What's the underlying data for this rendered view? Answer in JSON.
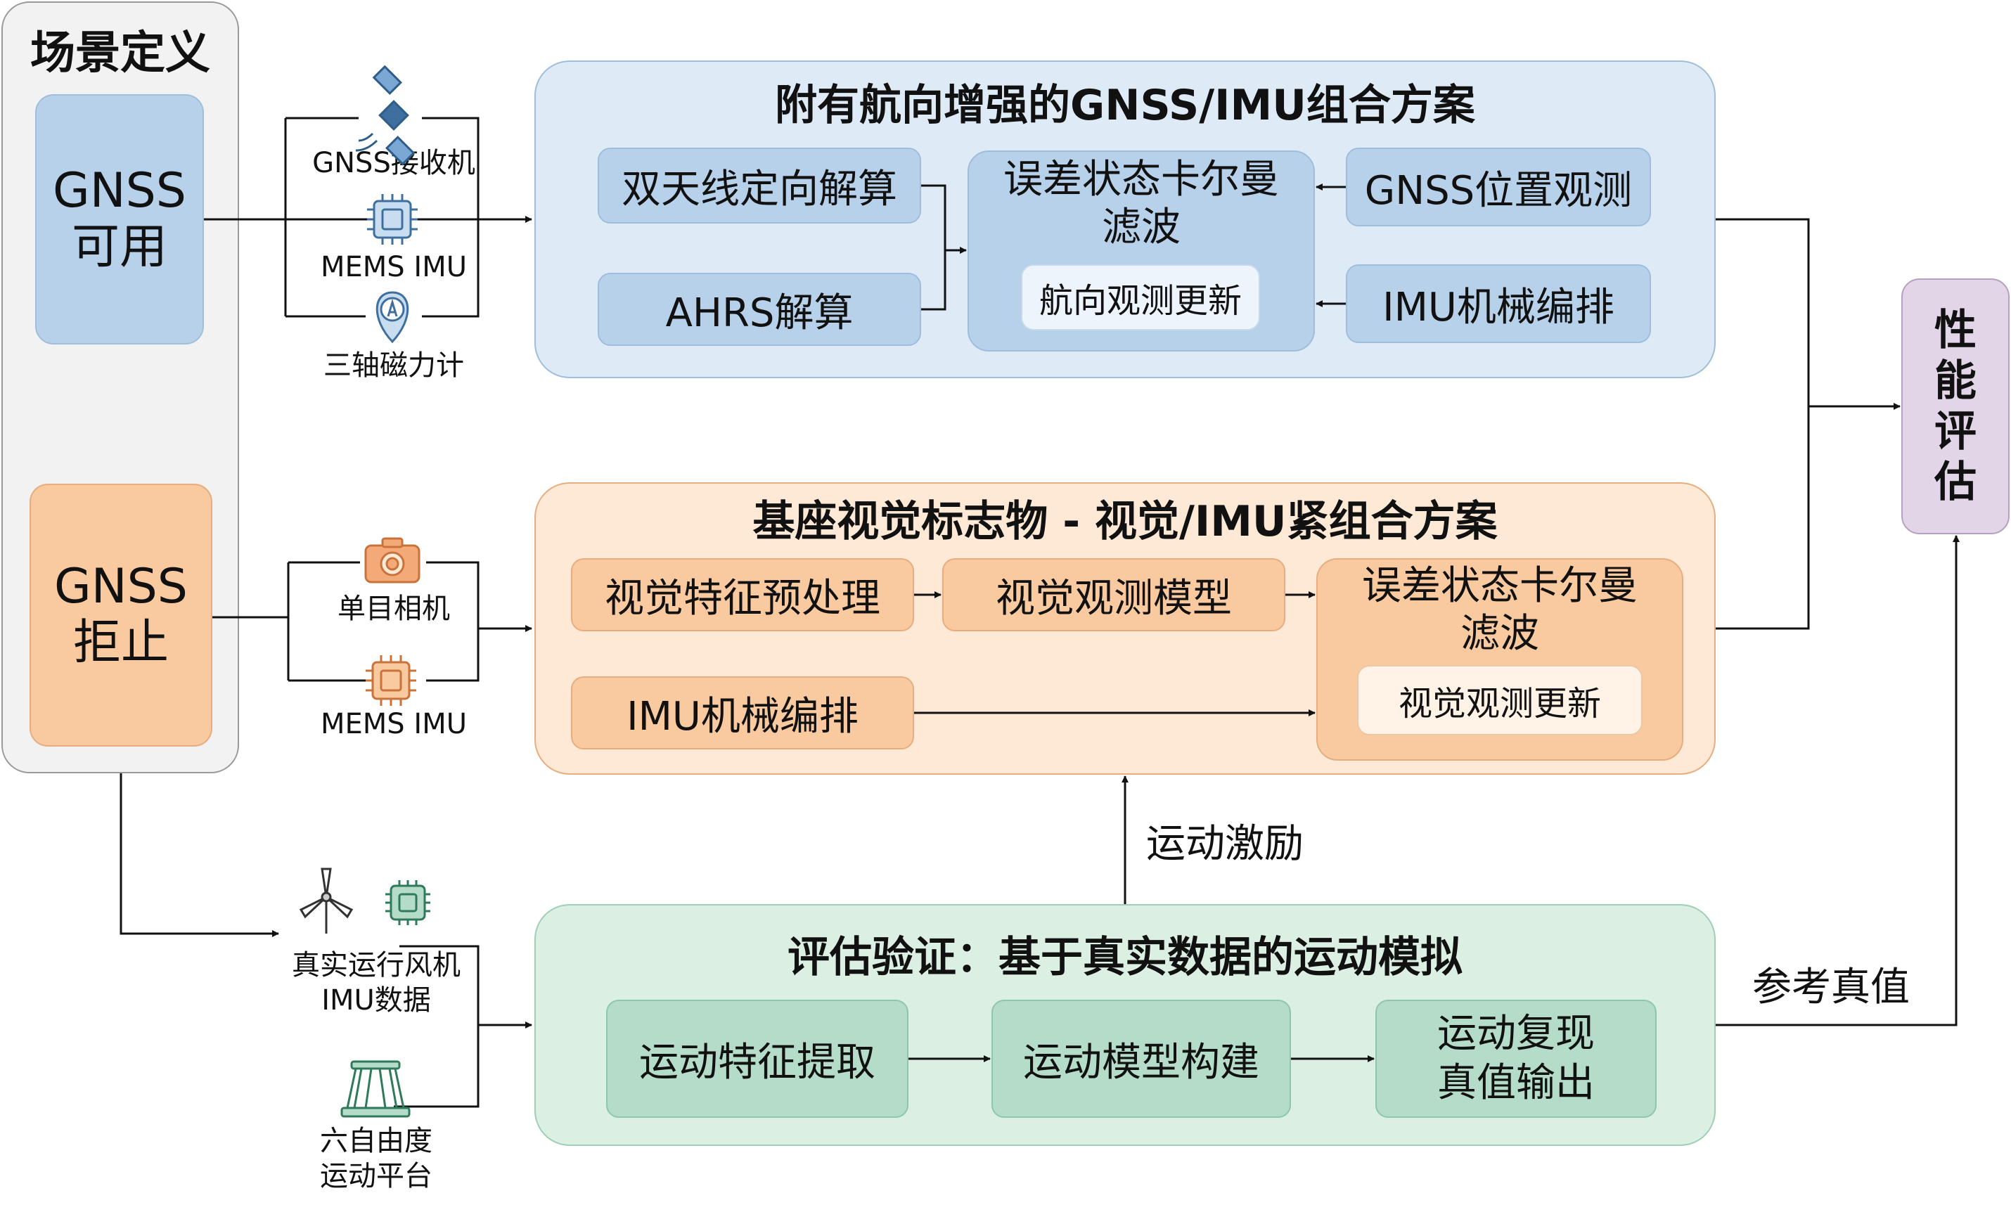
{
  "scene": {
    "title": "场景定义",
    "gnss_available": [
      "GNSS",
      "可用"
    ],
    "gnss_denied": [
      "GNSS",
      "拒止"
    ]
  },
  "sensors_top": {
    "receiver": "GNSS接收机",
    "imu": "MEMS IMU",
    "magnetometer": "三轴磁力计"
  },
  "sensors_mid": {
    "camera": "单目相机",
    "imu": "MEMS IMU"
  },
  "sensors_bottom": {
    "wind_imu": [
      "真实运行风机",
      "IMU数据"
    ],
    "platform": [
      "六自由度",
      "运动平台"
    ]
  },
  "panel_gnss": {
    "title": "附有航向增强的GNSS/IMU组合方案",
    "dual_antenna": "双天线定向解算",
    "ahrs": "AHRS解算",
    "filter": [
      "误差状态卡尔曼",
      "滤波"
    ],
    "heading_update": "航向观测更新",
    "gnss_obs": "GNSS位置观测",
    "imu_mech": "IMU机械编排"
  },
  "panel_vio": {
    "title": "基座视觉标志物 - 视觉/IMU紧组合方案",
    "preprocess": "视觉特征预处理",
    "obs_model": "视觉观测模型",
    "imu_mech": "IMU机械编排",
    "filter": [
      "误差状态卡尔曼",
      "滤波"
    ],
    "visual_update": "视觉观测更新"
  },
  "panel_eval": {
    "title": "评估验证：基于真实数据的运动模拟",
    "feature": "运动特征提取",
    "model": "运动模型构建",
    "reproduce": [
      "运动复现",
      "真值输出"
    ]
  },
  "labels": {
    "motion_excitation": "运动激励",
    "reference_truth": "参考真值"
  },
  "performance": [
    "性",
    "能",
    "评",
    "估"
  ],
  "colors": {
    "scene_bg": "#f2f2f2",
    "blue_panel": "#deebf7",
    "blue_box": "#b7d1ea",
    "blue_light": "#c9ddf0",
    "orange_panel": "#fde9d6",
    "orange_box": "#f9c9a0",
    "green_panel": "#dcefe3",
    "green_box": "#b4dcc8",
    "purple": "#e2d5e8",
    "icon_blue": "#3f6f9f",
    "icon_orange": "#c9733a"
  }
}
